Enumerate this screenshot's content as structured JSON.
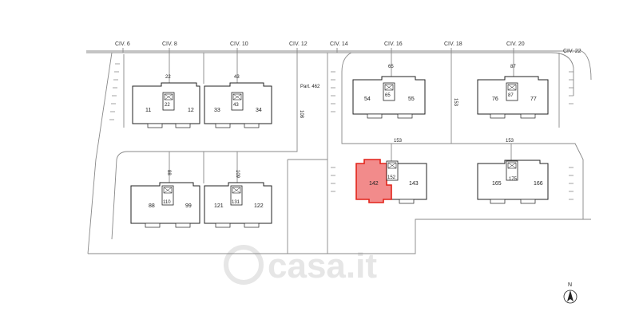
{
  "streets": [
    "CIV. 6",
    "CIV. 8",
    "CIV. 10",
    "CIV. 12",
    "CIV. 14",
    "CIV. 16",
    "CIV. 18",
    "CIV. 20",
    "CIV. 22"
  ],
  "parcel_label": "Part. 462",
  "buildings": [
    {
      "left_unit": "11",
      "right_unit": "12",
      "core": "22",
      "top": "22"
    },
    {
      "left_unit": "33",
      "right_unit": "34",
      "core": "43",
      "top": "43"
    },
    {
      "left_unit": "54",
      "right_unit": "55",
      "core": "65",
      "top": "65"
    },
    {
      "left_unit": "76",
      "right_unit": "77",
      "core": "87",
      "top": "87"
    },
    {
      "left_unit": "88",
      "right_unit": "99",
      "core": "110",
      "top": "88"
    },
    {
      "left_unit": "121",
      "right_unit": "122",
      "core": "131",
      "top": "109"
    },
    {
      "left_unit": "142",
      "right_unit": "143",
      "core": "152",
      "top": "153"
    },
    {
      "left_unit": "165",
      "right_unit": "166",
      "core": "175",
      "top": "153"
    }
  ],
  "road_labels": {
    "vertical_a": "108",
    "vertical_b": "153"
  },
  "highlighted_unit": "142",
  "north_label": "N",
  "watermark": "casa.it",
  "colors": {
    "highlight_fill": "#f28b8b",
    "highlight_stroke": "#e2231a"
  }
}
